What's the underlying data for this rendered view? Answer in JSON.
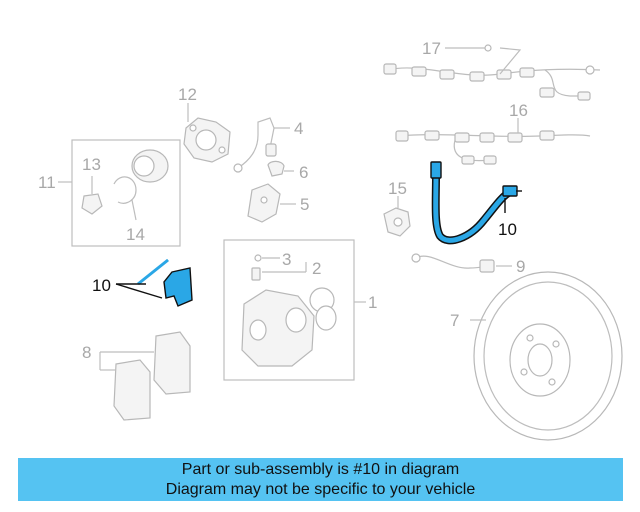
{
  "callouts": {
    "c1": "1",
    "c2": "2",
    "c3": "3",
    "c4": "4",
    "c5": "5",
    "c6": "6",
    "c7": "7",
    "c8": "8",
    "c9": "9",
    "c10a": "10",
    "c10b": "10",
    "c11": "11",
    "c12": "12",
    "c13": "13",
    "c14": "14",
    "c15": "15",
    "c16": "16",
    "c17": "17"
  },
  "banner": {
    "line1": "Part or sub-assembly is #10 in diagram",
    "line2": "Diagram may not be specific to your vehicle"
  },
  "colors": {
    "highlight": "#2aa7e6",
    "banner": "#55c3f2",
    "part_gray": "#b8b8b8"
  }
}
